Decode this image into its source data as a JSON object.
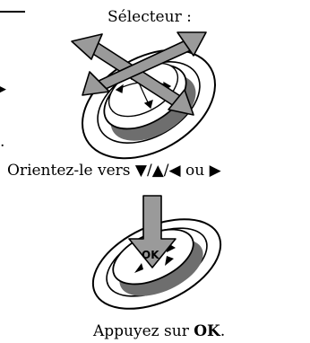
{
  "doc": {
    "title": "Sélecteur :",
    "instruction_top": "Orientez-le vers ▼/▲/◀ ou ▶",
    "instruction_bottom_prefix": "Appuyez sur ",
    "instruction_bottom_key": "OK",
    "instruction_bottom_suffix": ".",
    "selector_button_label": "OK",
    "left_edge_marker": "▶",
    "left_edge_dot": "."
  },
  "colors": {
    "arrow_fill": "#9a9a9a",
    "dial_shadow": "#6e6e6e",
    "ink": "#000000"
  }
}
